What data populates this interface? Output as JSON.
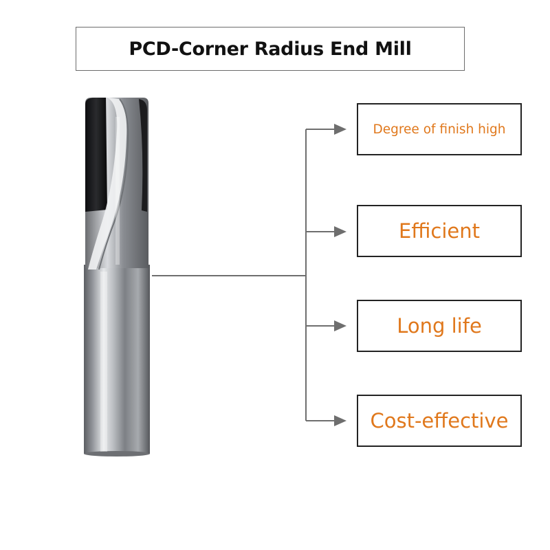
{
  "title": "PCD-Corner Radius End Mill",
  "features": [
    "Degree of finish high",
    "Efficient",
    "Long life",
    "Cost-effective"
  ],
  "colors": {
    "feature_text": "#e0781c",
    "connector": "#6e6e6e",
    "box_border": "#222222",
    "title_border": "#6b6b6b"
  },
  "image": {
    "subject": "end-mill-icon"
  }
}
